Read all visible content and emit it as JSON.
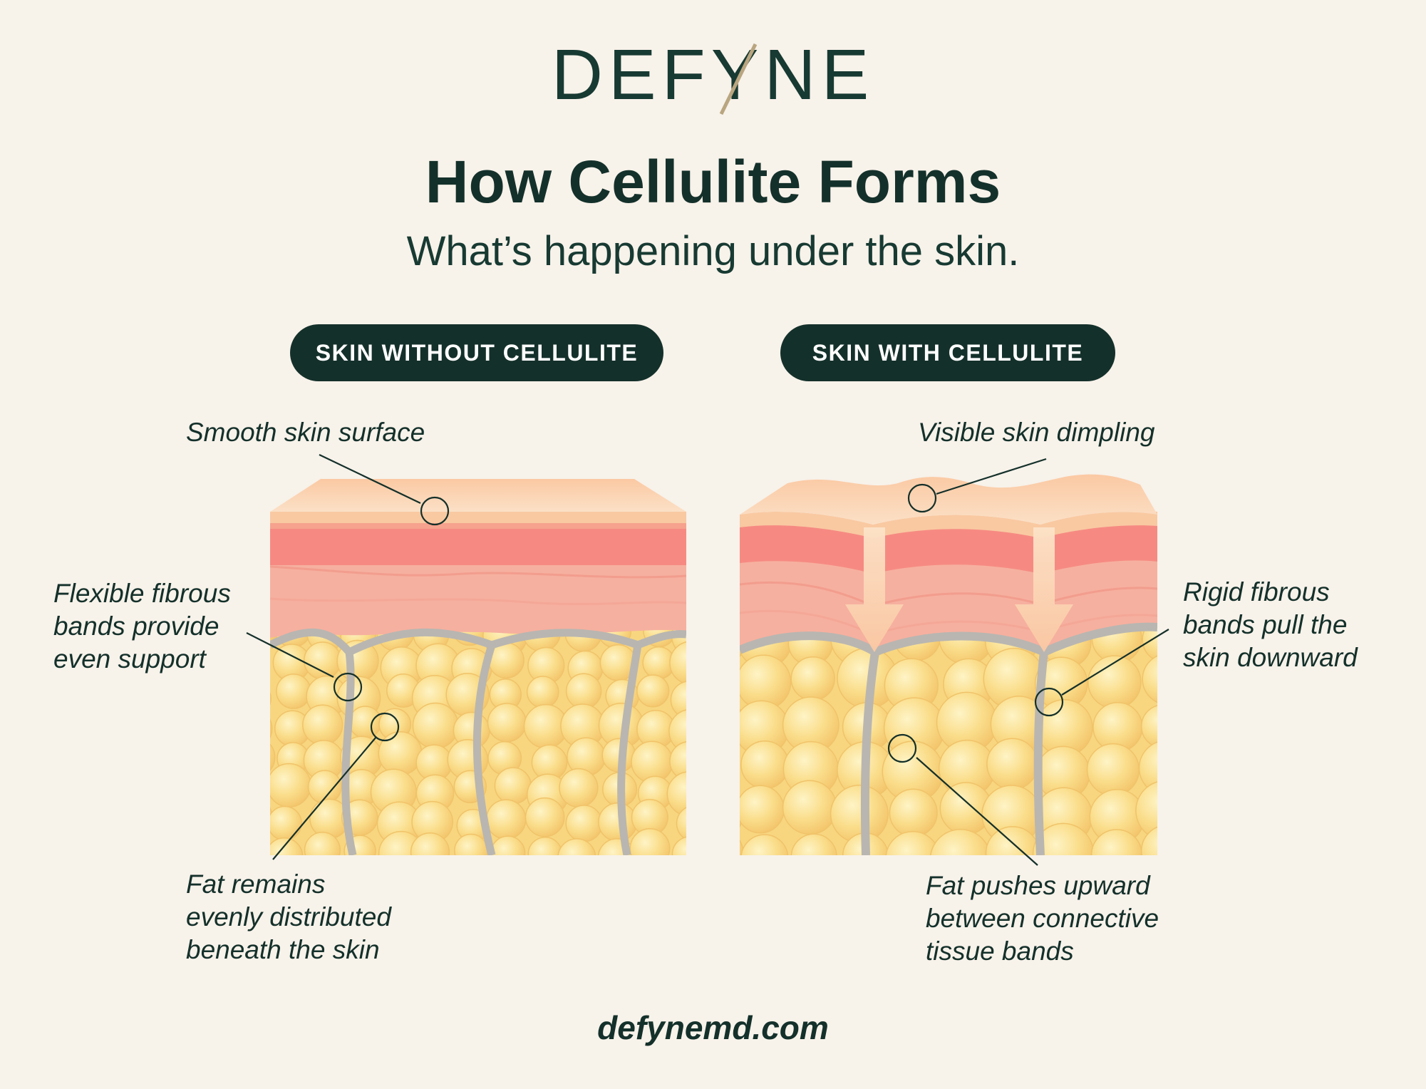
{
  "brand": {
    "logo_text": "DEFYNE",
    "accent": "#b9a57f",
    "dark": "#14302a"
  },
  "header": {
    "title": "How Cellulite Forms",
    "subtitle": "What’s happening under the skin."
  },
  "panels": {
    "left": {
      "badge": "SKIN WITHOUT CELLULITE",
      "labels": {
        "surface": "Smooth skin surface",
        "bands_line1": "Flexible fibrous",
        "bands_line2": "bands provide",
        "bands_line3": "even support",
        "fat_line1": "Fat remains",
        "fat_line2": "evenly distributed",
        "fat_line3": "beneath the skin"
      }
    },
    "right": {
      "badge": "SKIN WITH CELLULITE",
      "labels": {
        "surface": "Visible skin dimpling",
        "bands_line1": "Rigid fibrous",
        "bands_line2": "bands pull the",
        "bands_line3": "skin downward",
        "fat_line1": "Fat pushes upward",
        "fat_line2": "between connective",
        "fat_line3": "tissue bands"
      }
    }
  },
  "colors": {
    "epidermis": "#f9cda6",
    "dermis_red": "#f6918a",
    "dermis_pink": "#f7b3a2",
    "fat": "#f8d680",
    "fat_highlight": "#fdf0bd",
    "band": "#b9b6b1",
    "arrow": "#fbd6b3"
  },
  "footer": {
    "url": "defynemd.com"
  }
}
